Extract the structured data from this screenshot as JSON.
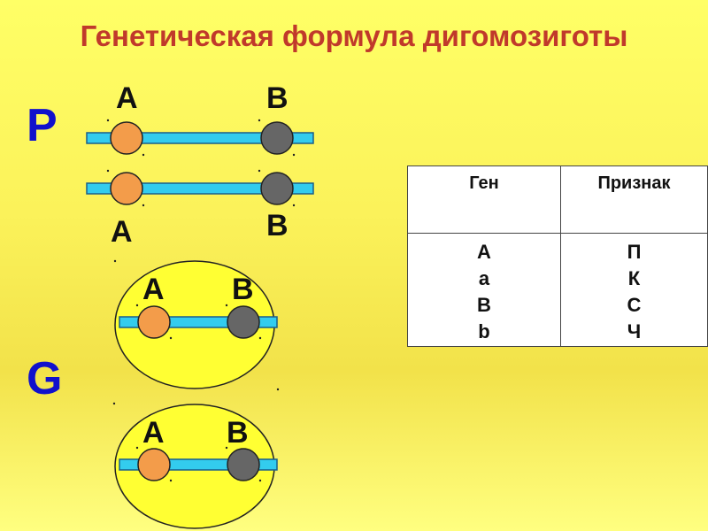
{
  "title": "Генетическая формула дигомозиготы",
  "labels": {
    "parent": "P",
    "gametes": "G"
  },
  "parent_chromosomes": [
    {
      "top_labels": [
        "A",
        "B"
      ],
      "bottom_labels": []
    },
    {
      "top_labels": [],
      "bottom_labels": [
        "A",
        "B"
      ]
    }
  ],
  "gametes": [
    {
      "labels": [
        "A",
        "B"
      ]
    },
    {
      "labels": [
        "A",
        "B"
      ]
    }
  ],
  "table": {
    "headers": [
      "Ген",
      "Признак"
    ],
    "genes": [
      "А",
      "а",
      "В",
      "b"
    ],
    "traits": [
      "П",
      "К",
      "С",
      "Ч"
    ]
  },
  "colors": {
    "title": "#c0392b",
    "big_letters": "#1111cc",
    "chromosome": "#33ccee",
    "allele_A": "#f39c4a",
    "allele_B": "#666666",
    "gamete_fill": "#ffff33"
  }
}
